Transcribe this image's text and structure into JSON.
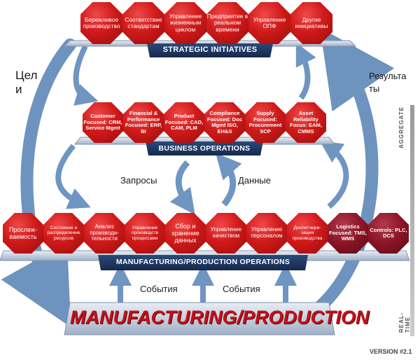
{
  "strategic": {
    "bar_label": "STRATEGIC INITIATIVES",
    "items": [
      "Бережливое производство",
      "Соответствие стандартам",
      "Управление жизненным циклом",
      "Предприятие в реальном времени",
      "Управление ОПФ",
      "Другие инициативы"
    ]
  },
  "business": {
    "bar_label": "BUSINESS OPERATIONS",
    "items": [
      "Customer Focused: CRM, Service Mgmt",
      "Financial & Performance Focused: ERP, BI",
      "Product Focused: CAD, CAM, PLM",
      "Compliance Focused: Doc Mgmt ISO, EH&S",
      "Supply Focused: Procurement SCP",
      "Asset Reliability Focus: EAM, CMMS"
    ]
  },
  "manufacturing_ops": {
    "bar_label": "MANUFACTURING/PRODUCTION OPERATIONS",
    "items": [
      "Прослеж- ваемость",
      "Состояние и распределение ресурсов",
      "Анализ производи- тельности",
      "Управление производств процессами",
      "Сбор и хранение данных",
      "Управление качеством",
      "Управление персоналом",
      "Диспетчери- зация производства",
      "Logistics Focused: TMS, WMS",
      "Controls: PLC, DCS"
    ]
  },
  "production": {
    "label": "MANUFACTURING/PRODUCTION"
  },
  "labels": {
    "goals": "Цели",
    "results": "Результаты",
    "requests": "Запросы",
    "data": "Данные",
    "events_left": "События",
    "events_right": "События",
    "aggregate": "AGGREGATE",
    "realtime": "REAL-TIME",
    "version": "VERSION #2.1"
  },
  "colors": {
    "bar": "#1e3a66",
    "octagon": "#d01a1a",
    "octagon_dark": "#8a1426",
    "arrow": "#5f88b8"
  }
}
